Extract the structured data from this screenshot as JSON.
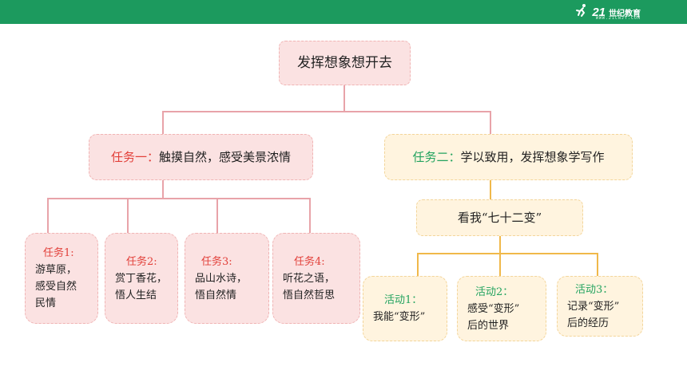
{
  "header": {
    "logo_mark": "21",
    "logo_text": "世纪教育",
    "logo_sub": "WWW.21CNJY.COM",
    "bar_color": "#1c9a5e"
  },
  "root": {
    "title": "发挥想象想开去"
  },
  "task1": {
    "prefix": "任务一：",
    "text": "触摸自然，感受美景浓情"
  },
  "task2": {
    "prefix": "任务二：",
    "text": "学以致用，发挥想象学写作"
  },
  "task2_topic": {
    "text": "看我“七十二变”"
  },
  "subtasks": [
    {
      "head": "任务1:",
      "lines": [
        "游草原，",
        "感受自然",
        "民情"
      ]
    },
    {
      "head": "任务2:",
      "lines": [
        "赏丁香花，",
        "悟人生结"
      ]
    },
    {
      "head": "任务3:",
      "lines": [
        "品山水诗，",
        "悟自然情"
      ]
    },
    {
      "head": "任务4:",
      "lines": [
        "听花之语，",
        "悟自然哲思"
      ]
    }
  ],
  "activities": [
    {
      "head": "活动1：",
      "lines": [
        "我能“变形”"
      ]
    },
    {
      "head": "活动2：",
      "lines": [
        "感受“变形”",
        "后的世界"
      ]
    },
    {
      "head": "活动3：",
      "lines": [
        "记录“变形”",
        "后的经历"
      ]
    }
  ],
  "colors": {
    "pink_fill": "#fbe2e2",
    "pink_line": "#e8a3a9",
    "cream_fill": "#fff4df",
    "orange_line": "#f0b84a",
    "label_red": "#e2403a",
    "label_green": "#23a35f"
  }
}
